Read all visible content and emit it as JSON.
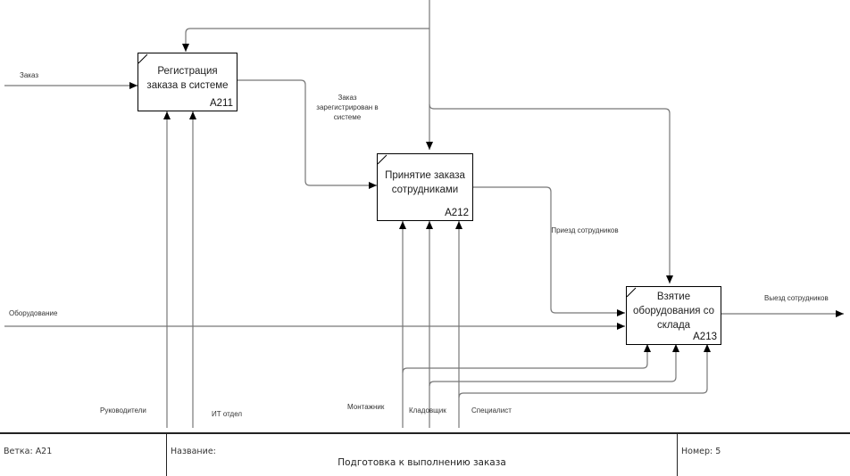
{
  "diagram": {
    "boxes": [
      {
        "id": "A211",
        "title": "Регистрация заказа в системе",
        "code": "A211"
      },
      {
        "id": "A212",
        "title": "Принятие заказа сотрудниками",
        "code": "A212"
      },
      {
        "id": "A213",
        "title": "Взятие оборудования со склада",
        "code": "A213"
      }
    ],
    "arrows": {
      "input_order": "Заказ",
      "order_registered": "Заказ зарегистрирован в системе",
      "staff_arrival": "Приезд сотрудников",
      "equipment": "Оборудование",
      "staff_departure": "Выезд сотрудников",
      "managers": "Руководители",
      "it_department": "ИТ отдел",
      "installer": "Монтажник",
      "storekeeper": "Кладовщик",
      "specialist": "Специалист"
    }
  },
  "footer": {
    "branch_label": "Ветка:",
    "branch_value": "A21",
    "name_label": "Название:",
    "name_value": "Подготовка к выполнению заказа",
    "number_label": "Номер:",
    "number_value": "5"
  }
}
